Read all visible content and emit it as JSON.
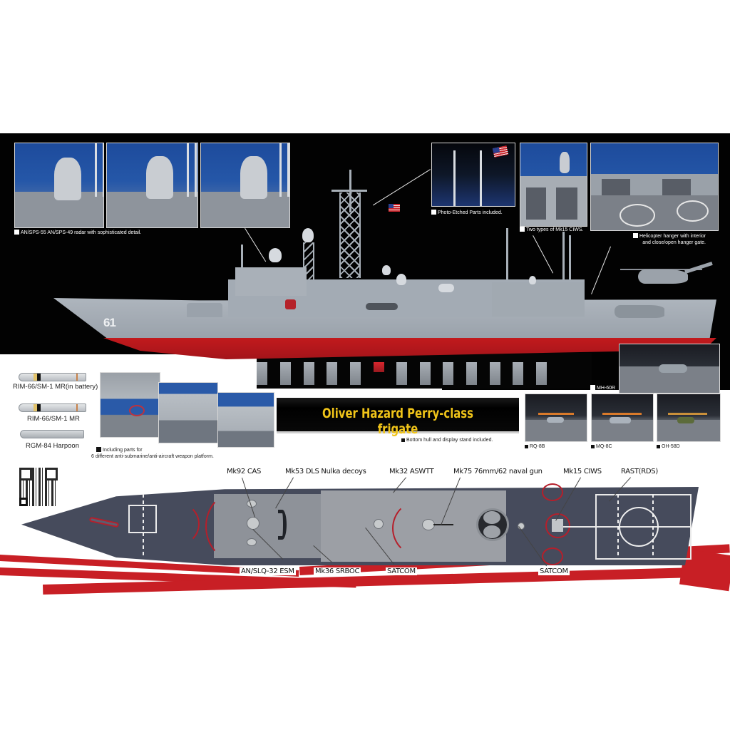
{
  "product": {
    "title": "Oliver Hazard Perry-class frigate",
    "hull_number": "61",
    "colors": {
      "background_top": "#ffffff",
      "stage_black": "#020202",
      "hull_gray": "#a3abb4",
      "hull_red": "#c21a1d",
      "title_yellow": "#f0c419",
      "deck_plan_blue_gray": "#464b5c",
      "stripe_red": "#c81f25",
      "photo_blue": "#2557a8"
    }
  },
  "detail_photos": {
    "radar": {
      "caption": "AN/SPS-55 AN/SPS-49 radar with sophisticated detail.",
      "count": 3
    },
    "photo_etched": {
      "caption": "Photo-Etched Parts included."
    },
    "ciws": {
      "caption": "Two types of Mk15 CIWS."
    },
    "hangar": {
      "caption_line1": "Helicopter hanger with interior",
      "caption_line2": "and close/open hanger gate."
    },
    "weapon_platform": {
      "caption_line1": "Including parts for",
      "caption_line2": "6 different anti-submarine/anti-aircraft weapon platform."
    },
    "display_stand": {
      "caption": "Bottom hull and display stand included."
    }
  },
  "missiles": [
    {
      "label": "RIM-66/SM-1 MR(in battery)"
    },
    {
      "label": "RIM-66/SM-1 MR"
    },
    {
      "label": "RGM-84 Harpoon"
    }
  ],
  "helicopters": [
    {
      "label": "MH-60R"
    },
    {
      "label": "RQ-8B"
    },
    {
      "label": "MQ-8C"
    },
    {
      "label": "OH-58D"
    }
  ],
  "deck_plan_callouts": {
    "top": [
      {
        "label": "Mk92 CAS"
      },
      {
        "label": "Mk53 DLS Nulka decoys"
      },
      {
        "label": "Mk32 ASWTT"
      },
      {
        "label": "Mk75 76mm/62 naval gun"
      },
      {
        "label": "Mk15 CIWS"
      },
      {
        "label": "RAST(RDS)"
      }
    ],
    "bottom": [
      {
        "label": "AN/SLQ-32 ESM"
      },
      {
        "label": "Mk36 SRBOC"
      },
      {
        "label": "SATCOM"
      },
      {
        "label": "SATCOM"
      }
    ]
  }
}
